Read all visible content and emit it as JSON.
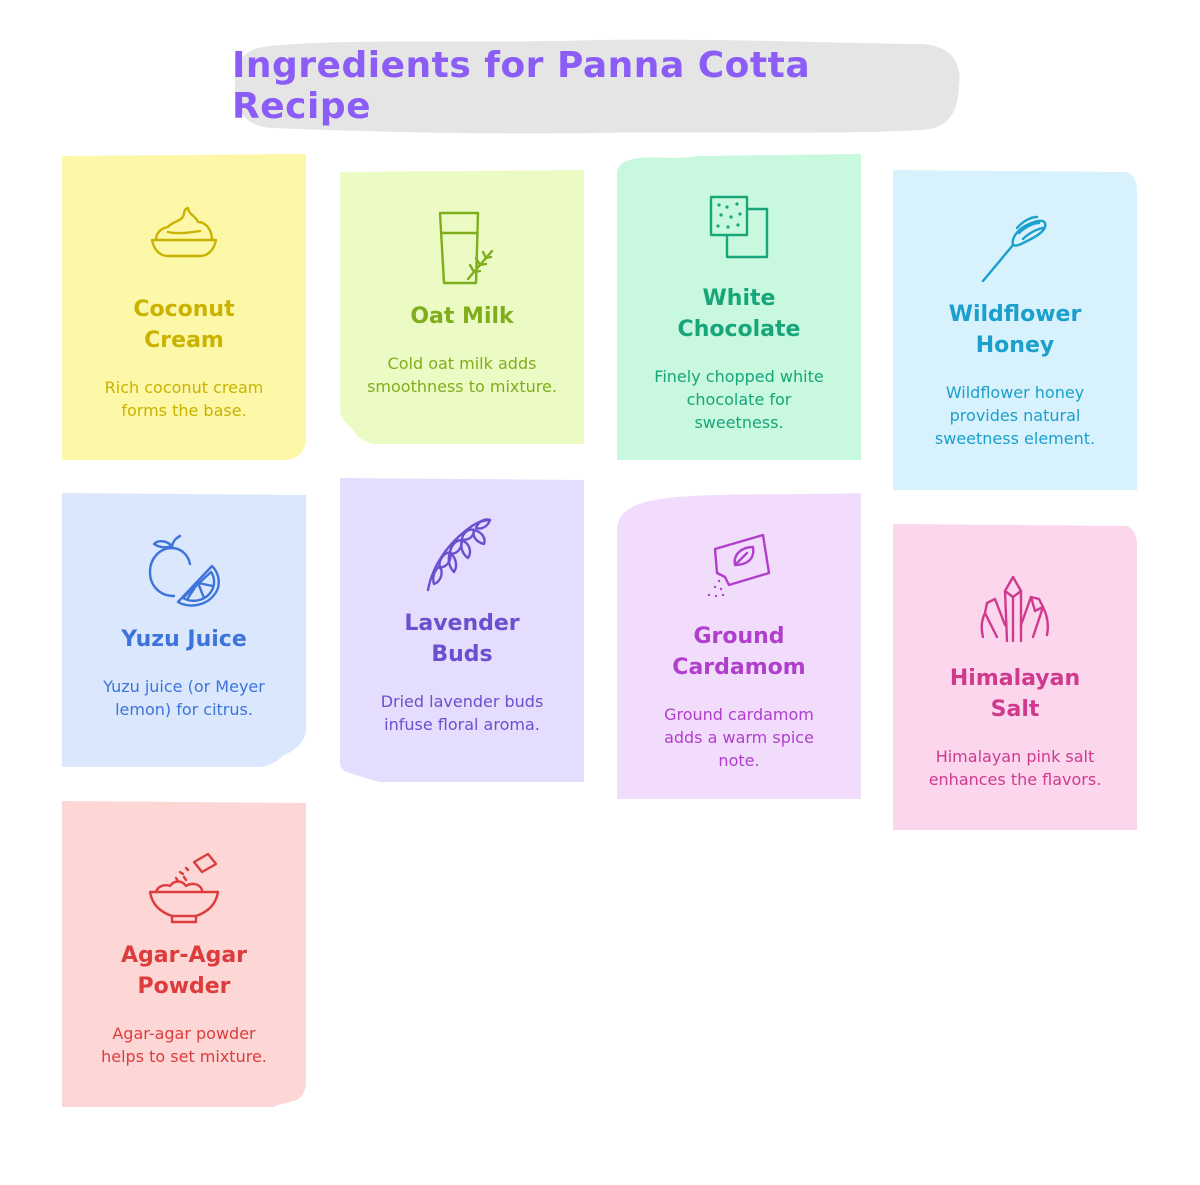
{
  "title": "Ingredients for Panna Cotta Recipe",
  "colors": {
    "title": "#8b5cf6",
    "title_blob": "#e5e5e5"
  },
  "cards": [
    {
      "title": "Coconut Cream",
      "description": "Rich coconut cream forms the base.",
      "icon": "coconut-cream-bowl-icon",
      "bg": "#fdf7a8",
      "fg": "#c9b300"
    },
    {
      "title": "Oat Milk",
      "description": "Cold oat milk adds smoothness to mixture.",
      "icon": "glass-with-oat-sprig-icon",
      "bg": "#ecfbc4",
      "fg": "#7fae1c"
    },
    {
      "title": "White Chocolate",
      "description": "Finely chopped white chocolate for sweetness.",
      "icon": "chocolate-pieces-icon",
      "bg": "#c8f8dd",
      "fg": "#16a67a"
    },
    {
      "title": "Wildflower Honey",
      "description": "Wildflower honey provides natural sweetness element.",
      "icon": "honey-dipper-icon",
      "bg": "#d7f2fd",
      "fg": "#1b9fcb"
    },
    {
      "title": "Yuzu Juice",
      "description": "Yuzu juice (or Meyer lemon) for citrus.",
      "icon": "citrus-fruit-icon",
      "bg": "#dae7fd",
      "fg": "#3d74db"
    },
    {
      "title": "Lavender Buds",
      "description": "Dried lavender buds infuse floral aroma.",
      "icon": "lavender-sprig-icon",
      "bg": "#e4ddfd",
      "fg": "#6c4fcf"
    },
    {
      "title": "Ground Cardamom",
      "description": "Ground cardamom adds a warm spice note.",
      "icon": "spice-packet-icon",
      "bg": "#f1dcfc",
      "fg": "#b03fcc"
    },
    {
      "title": "Himalayan Salt",
      "description": "Himalayan pink salt enhances the flavors.",
      "icon": "salt-crystals-icon",
      "bg": "#fcd6ec",
      "fg": "#cf3a8e"
    },
    {
      "title": "Agar-Agar Powder",
      "description": "Agar-agar powder helps to set mixture.",
      "icon": "powder-bowl-icon",
      "bg": "#fdd6d6",
      "fg": "#dd3c3c"
    }
  ]
}
